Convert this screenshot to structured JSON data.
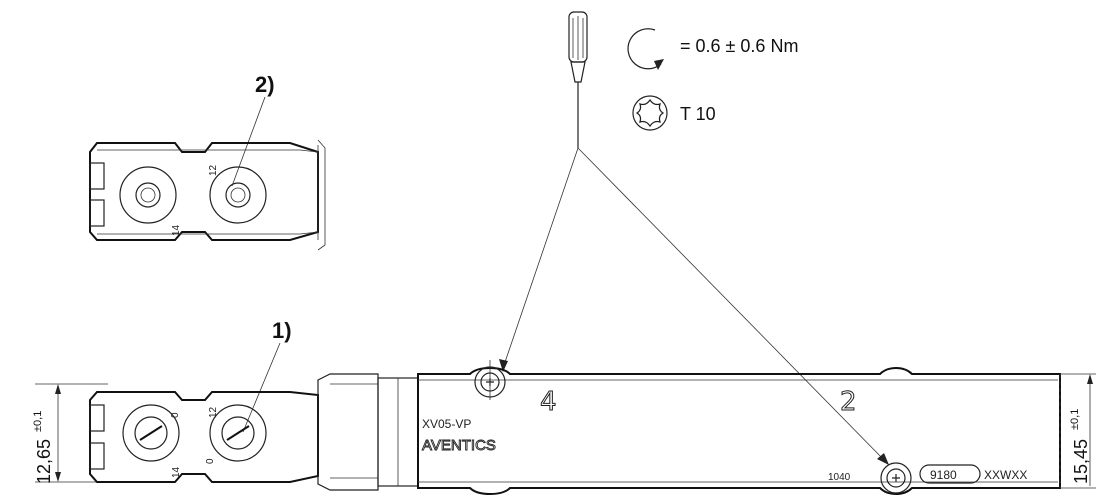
{
  "torque": {
    "value": "= 0.6 ± 0.6 Nm"
  },
  "tool": {
    "bit": "T 10"
  },
  "callouts": {
    "one": "1)",
    "two": "2)"
  },
  "dimensions": {
    "left": {
      "value": "12,65",
      "tol": "±0,1"
    },
    "right": {
      "value": "15,45",
      "tol": "±0,1"
    }
  },
  "valve": {
    "model": "XV05-VP",
    "brand": "AVENTICS",
    "port_4": "4",
    "port_2": "2",
    "small_ports": [
      "14",
      "12",
      "14",
      "12",
      "0",
      "0"
    ],
    "code_left": "1040",
    "code_box": "9180",
    "code_right": "XXWXX"
  }
}
